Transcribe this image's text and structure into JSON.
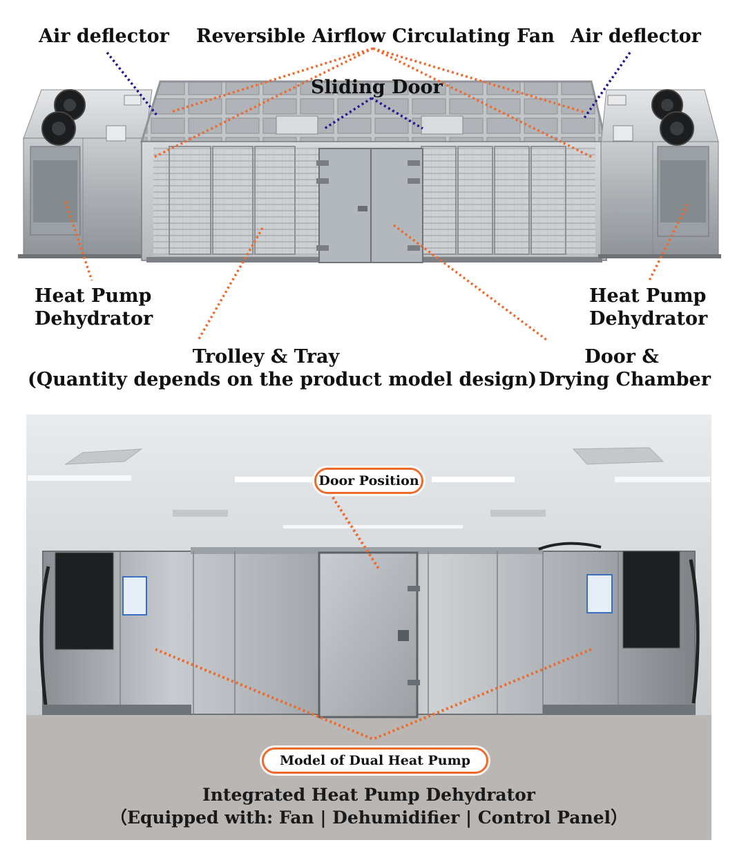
{
  "top_labels": {
    "air_deflector_left": "Air deflector",
    "fan": "Reversible Airflow Circulating Fan",
    "air_deflector_right": "Air deflector",
    "sliding_door": "Sliding Door",
    "heat_pump_left_line1": "Heat Pump",
    "heat_pump_left_line2": "Dehydrator",
    "heat_pump_right_line1": "Heat Pump",
    "heat_pump_right_line2": "Dehydrator",
    "trolley_line1": "Trolley & Tray",
    "trolley_line2": "(Quantity depends on the product model design)",
    "door_line1": "Door &",
    "door_line2": "Drying Chamber"
  },
  "photo": {
    "door_position": "Door Position",
    "model_label": "Model  of  Dual Heat Pump",
    "caption_line1": "Integrated Heat Pump Dehydrator",
    "caption_line2": "（Equipped with: Fan | Dehumidifier | Control Panel）"
  },
  "colors": {
    "callout_orange": "#ee6a2c",
    "callout_blue": "#1f1b8f"
  }
}
